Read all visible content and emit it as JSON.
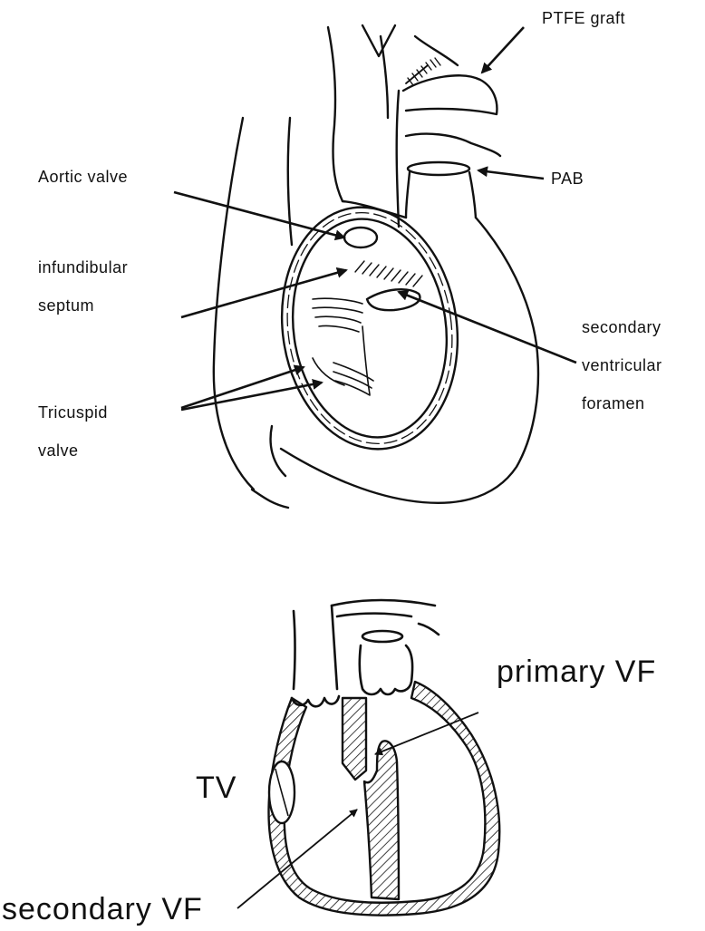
{
  "top_figure": {
    "labels": {
      "ptfe_graft": "PTFE graft",
      "pab": "PAB",
      "aortic_valve": "Aortic valve",
      "infundibular_line1": "infundibular",
      "infundibular_line2": "septum",
      "secondary_line1": "secondary",
      "secondary_line2": "ventricular",
      "secondary_line3": "foramen",
      "tricuspid_line1": "Tricuspid",
      "tricuspid_line2": "valve"
    }
  },
  "bottom_figure": {
    "labels": {
      "primary_vf": "primary VF",
      "tv": "TV",
      "secondary_vf": "secondary VF"
    }
  },
  "colors": {
    "ink": "#111111",
    "background": "#ffffff"
  }
}
